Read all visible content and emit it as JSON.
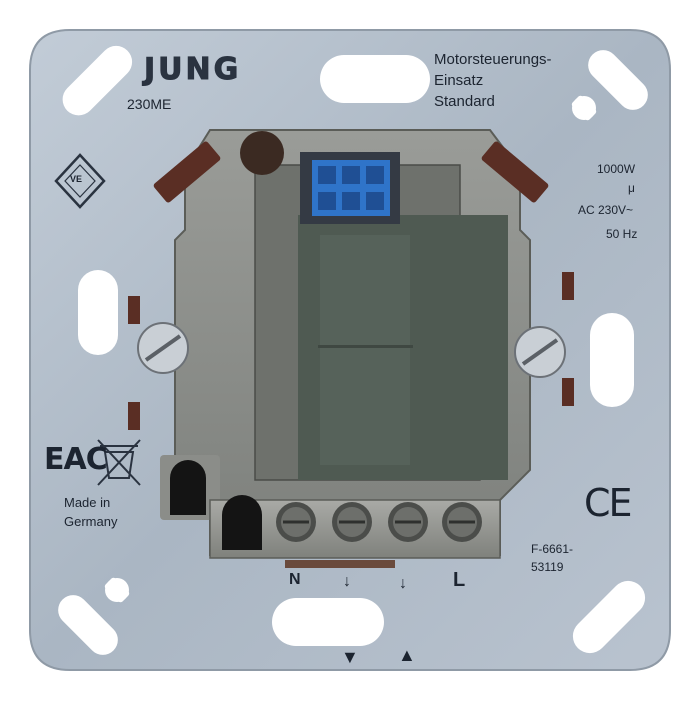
{
  "product": {
    "brand": "JUNG",
    "model": "230ME",
    "description_line1": "Motorsteuerungs-",
    "description_line2": "Einsatz",
    "description_line3": "Standard"
  },
  "specs": {
    "power": "1000W",
    "micro": "μ",
    "voltage": "AC 230V~",
    "frequency": "50 Hz"
  },
  "origin": {
    "line1": "Made in",
    "line2": "Germany"
  },
  "marks": {
    "eac": "EAC",
    "ce": "CE",
    "vde": "VE"
  },
  "part_number": {
    "line1": "F-6661-",
    "line2": "53119"
  },
  "terminals": {
    "neutral": "N",
    "down_arrow_1": "↓",
    "down_arrow_2": "↓",
    "live": "L",
    "down_triangle": "▼",
    "up_triangle": "▲"
  },
  "colors": {
    "plate": "#aeb9c6",
    "housing": "#8a8c88",
    "cavity": "#4f5a52",
    "connector": "#2f74c9",
    "clip": "#5a2e24"
  }
}
